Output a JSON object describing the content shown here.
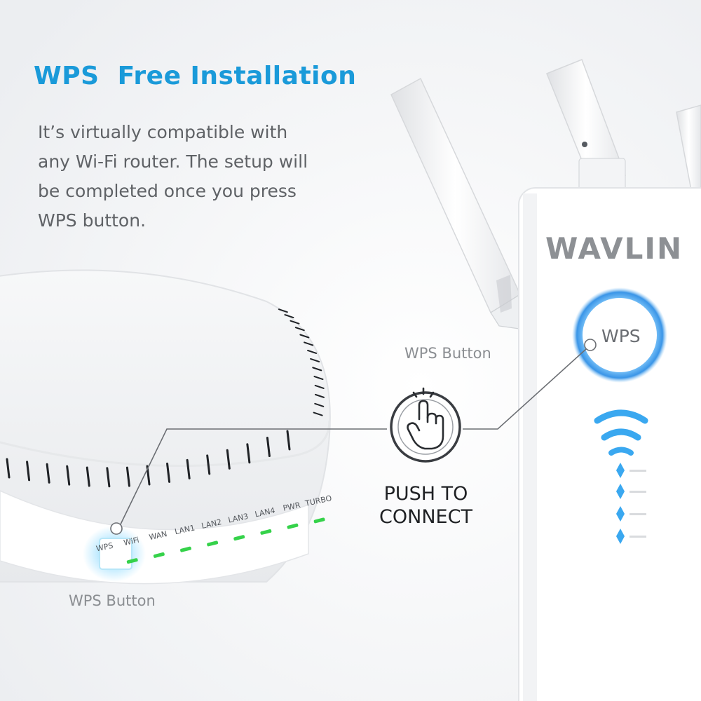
{
  "heading": {
    "part1": "WPS",
    "part2": "Free Installation",
    "color": "#1a9ad9"
  },
  "description": {
    "lines": [
      "It’s virtually compatible with",
      "any Wi-Fi router. The setup will",
      "be completed once you press",
      "WPS button."
    ]
  },
  "callouts": {
    "extender_wps": "WPS Button",
    "router_wps": "WPS Button",
    "push_line1": "PUSH TO",
    "push_line2": "CONNECT"
  },
  "extender": {
    "brand": "WAVLIN",
    "ring_label": "WPS",
    "ring_color": "#2f8fe6"
  },
  "router": {
    "port_labels": [
      "WPS",
      "WiFi",
      "WAN",
      "LAN1",
      "LAN2",
      "LAN3",
      "LAN4",
      "PWR",
      "TURBO"
    ],
    "led_color": "#35d24a"
  },
  "icons": {
    "push": "hand-pointer-touch-icon"
  }
}
